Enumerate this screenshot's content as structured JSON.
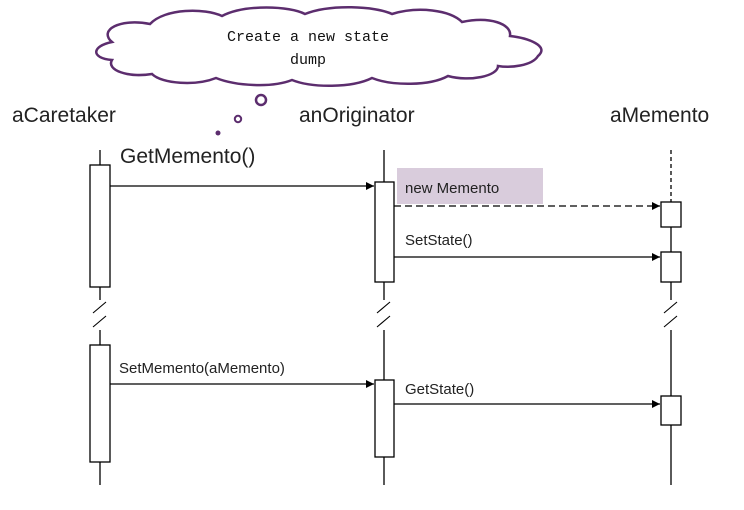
{
  "thought_bubble": {
    "line1": "Create a new state",
    "line2": "dump",
    "outline_color": "#5c2d6e"
  },
  "objects": {
    "caretaker": "aCaretaker",
    "originator": "anOriginator",
    "memento": "aMemento"
  },
  "messages": {
    "get_memento": "GetMemento()",
    "new_memento": "new Memento",
    "set_state": "SetState()",
    "set_memento": "SetMemento(aMemento)",
    "get_state": "GetState()"
  },
  "colors": {
    "line": "#000000",
    "highlight": "#d9ccdc"
  }
}
